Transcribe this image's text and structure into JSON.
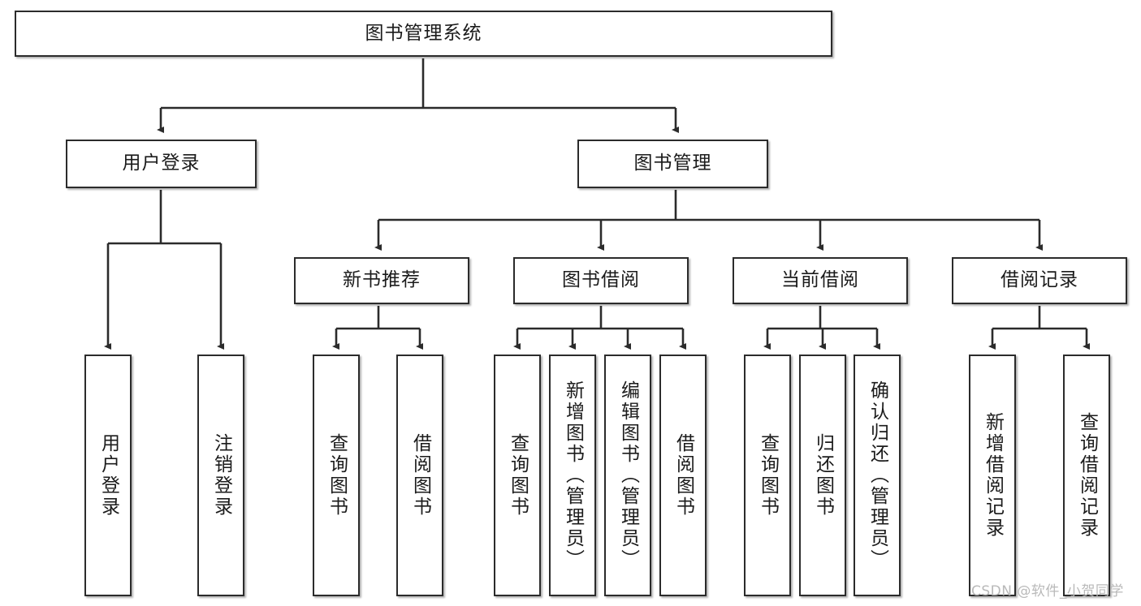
{
  "diagram": {
    "type": "tree-hierarchy-diagram",
    "title": "图书管理系统",
    "colors": {
      "box_border": "#2b2b2b",
      "box_fill": "#ffffff",
      "edge": "#2b2b2b",
      "text": "#1b1b1b",
      "watermark": "#b9b9b9",
      "background": "#ffffff"
    },
    "nodes": {
      "root": {
        "label": "图书管理系统",
        "orientation": "horizontal"
      },
      "level2": [
        {
          "id": "user-login",
          "label": "用户登录",
          "orientation": "horizontal"
        },
        {
          "id": "book-management",
          "label": "图书管理",
          "orientation": "horizontal"
        }
      ],
      "level3": [
        {
          "id": "new-book-recommend",
          "label": "新书推荐",
          "orientation": "horizontal"
        },
        {
          "id": "book-borrow",
          "label": "图书借阅",
          "orientation": "horizontal"
        },
        {
          "id": "current-borrow",
          "label": "当前借阅",
          "orientation": "horizontal"
        },
        {
          "id": "borrow-record",
          "label": "借阅记录",
          "orientation": "horizontal"
        }
      ],
      "leaves": {
        "user-login": [
          {
            "id": "leaf-user-login",
            "label": "用户登录",
            "orientation": "vertical"
          },
          {
            "id": "leaf-logout",
            "label": "注销登录",
            "orientation": "vertical"
          }
        ],
        "new-book-recommend": [
          {
            "id": "leaf-query-book-1",
            "label": "查询图书",
            "orientation": "vertical"
          },
          {
            "id": "leaf-borrow-book-1",
            "label": "借阅图书",
            "orientation": "vertical"
          }
        ],
        "book-borrow": [
          {
            "id": "leaf-query-book-2",
            "label": "查询图书",
            "orientation": "vertical"
          },
          {
            "id": "leaf-add-book",
            "label": "新增图书（管理员）",
            "orientation": "vertical"
          },
          {
            "id": "leaf-edit-book",
            "label": "编辑图书（管理员）",
            "orientation": "vertical"
          },
          {
            "id": "leaf-borrow-book-2",
            "label": "借阅图书",
            "orientation": "vertical"
          }
        ],
        "current-borrow": [
          {
            "id": "leaf-query-book-3",
            "label": "查询图书",
            "orientation": "vertical"
          },
          {
            "id": "leaf-return-book",
            "label": "归还图书",
            "orientation": "vertical"
          },
          {
            "id": "leaf-confirm-return",
            "label": "确认归还（管理员）",
            "orientation": "vertical"
          }
        ],
        "borrow-record": [
          {
            "id": "leaf-add-record",
            "label": "新增借阅记录",
            "orientation": "vertical"
          },
          {
            "id": "leaf-query-record",
            "label": "查询借阅记录",
            "orientation": "vertical"
          }
        ]
      }
    },
    "watermark": "CSDN @软件_小贺同学"
  }
}
